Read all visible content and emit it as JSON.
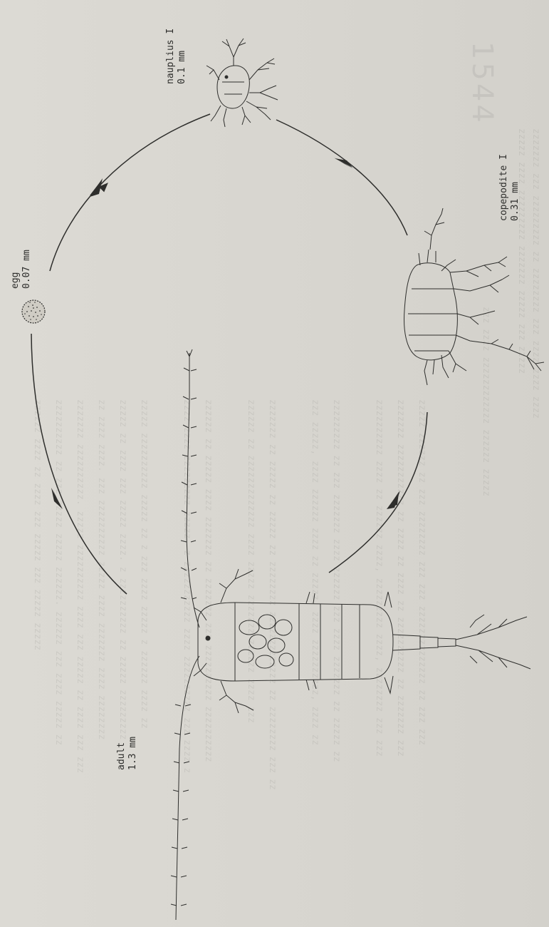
{
  "diagram": {
    "stages": [
      {
        "id": "egg",
        "name": "egg",
        "size": "0.07 mm"
      },
      {
        "id": "nauplius",
        "name": "nauplius I",
        "size": "0.1 mm"
      },
      {
        "id": "copepodite",
        "name": "copepodite I",
        "size": "0.31 mm"
      },
      {
        "id": "adult",
        "name": "adult",
        "size": "1.3 mm"
      }
    ]
  },
  "colors": {
    "ink": "#2e2e2c",
    "paper": "#d8d6d0"
  }
}
